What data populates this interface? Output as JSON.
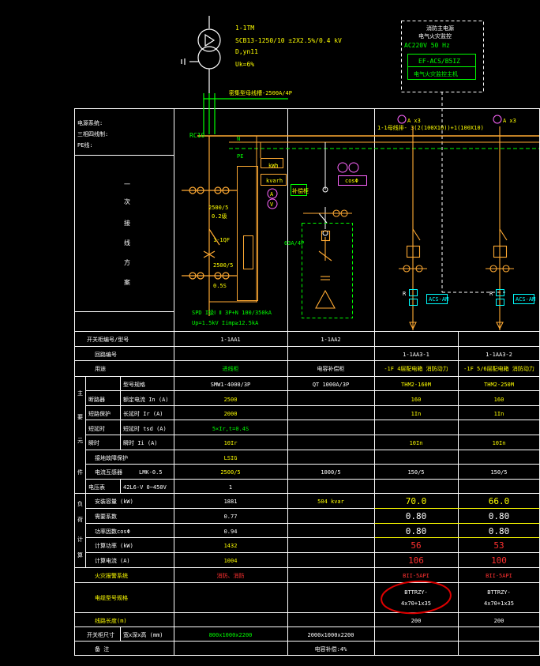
{
  "colors": {
    "background": "#000000",
    "table_line": "#ffffff",
    "text": "#ffffff",
    "accent_yellow": "#ffff00",
    "accent_green": "#00ff00",
    "accent_cyan": "#00ffff",
    "accent_red": "#ff3030",
    "circuit_line": "#ffaa33",
    "magenta": "#ff66ff"
  },
  "transformer": {
    "name": "1-1TM",
    "model": "SCB13-1250/10 ±2X2.5%/0.4 kV",
    "vector_group": "D,yn11",
    "uk": "Uk=6%",
    "busbar": "密集型母线槽-2500A/4P"
  },
  "panel_top_right": {
    "title_line1": "消防主电源",
    "title_line2": "电气火灾监控",
    "supply": "AC220V 50 Hz",
    "module": "EF-ACS/B5IZ",
    "module_desc": "电气火灾监控主机"
  },
  "left_header": {
    "line1": "电源系统:",
    "line2": "三相四线制:",
    "line3": "PE线:",
    "vertical_label": [
      "一",
      "次",
      "接",
      "线",
      "方",
      "案"
    ]
  },
  "diagram_labels": {
    "rc_label": "RC10",
    "n_label": "N",
    "pe_label": "PE",
    "ct1": "2500/5",
    "ct1b": "0.2级",
    "breaker": "1-1QF",
    "ct2": "2500/5",
    "ct2b": "0.5S",
    "spd": "SPD I级Ⅰ Ⅱ 3P+N 100/350kA",
    "spd2": "Up=1.5kV Iimp≥12.5kA",
    "meter_kwh": "kWh",
    "meter_kvarh": "kvarh",
    "amp": "A",
    "volt": "V",
    "cos": "cosΦ",
    "rated": "63A/4P",
    "bus_main": "1-1母线排- 3(2(100X10))+1(100X10)",
    "ax3_a": "A x3",
    "ax3_b": "A x3",
    "cap_label": "补偿柜",
    "acs_a": "ACS-AM",
    "acs_b": "ACS-AM",
    "r_label": "R",
    "r_label2": "R"
  },
  "table": {
    "rows": [
      {
        "label": "开关柜编号/型号",
        "cols": [
          "1-1AA1",
          "1-1AA2",
          "",
          ""
        ]
      },
      {
        "label": "回路编号",
        "cols": [
          "",
          "",
          "1-1AA3-1",
          "1-1AA3-2"
        ]
      },
      {
        "label": "用途",
        "cols": [
          "进线柜",
          "电容补偿柜",
          "-1F 4层配电箱 消防动力",
          "-1F 5/6层配电箱 消防动力"
        ]
      }
    ],
    "side_main": [
      "主",
      "要",
      "元",
      "件"
    ],
    "side_calc": [
      "负",
      "荷",
      "计",
      "算"
    ],
    "components": [
      {
        "group": "",
        "sub": "型号规格",
        "cols": [
          "SMW1-4000/3P",
          "QT 1000A/3P",
          "THM2-160M",
          "THM2-250M"
        ]
      },
      {
        "group": "断路器",
        "sub": "额定电流 In (A)",
        "cols": [
          "2500",
          "",
          "160",
          "160"
        ]
      },
      {
        "group": "短路保护",
        "sub": "长延时 Ir (A)",
        "cols": [
          "2000",
          "",
          "1In",
          "1In"
        ]
      },
      {
        "group": "短延时",
        "sub": "短延时 tsd (A)",
        "cols": [
          "5×Ir,t=0.4S",
          "",
          "",
          ""
        ]
      },
      {
        "group": "瞬时",
        "sub": "瞬时 Ii (A)",
        "cols": [
          "10Ir",
          "",
          "10In",
          "10In"
        ]
      },
      {
        "group": "接地故障保护",
        "sub": "",
        "cols": [
          "LSIG",
          "",
          "",
          ""
        ]
      },
      {
        "group": "电流互感器",
        "sub": "LMK-0.5",
        "cols": [
          "2500/5",
          "1000/5",
          "150/5",
          "150/5"
        ]
      },
      {
        "group": "电压表",
        "sub": "42L6-V 0~450V",
        "cols": [
          "1",
          "",
          "",
          ""
        ]
      }
    ],
    "calc": [
      {
        "label": "安装容量",
        "unit": "(kW)",
        "cols": [
          "1881",
          "504 kvar",
          "70.0",
          "66.0"
        ]
      },
      {
        "label": "需要系数",
        "unit": "",
        "cols": [
          "0.77",
          "",
          "0.80",
          "0.80"
        ]
      },
      {
        "label": "功率因数cosΦ",
        "unit": "",
        "cols": [
          "0.94",
          "",
          "0.80",
          "0.80"
        ]
      },
      {
        "label": "计算功率",
        "unit": "(kW)",
        "cols": [
          "1432",
          "",
          "56",
          "53"
        ]
      },
      {
        "label": "计算电流",
        "unit": "(A)",
        "cols": [
          "1004",
          "",
          "106",
          "100"
        ]
      }
    ],
    "fire_alarm": {
      "label": "火灾报警系统",
      "cols": [
        "消防、消防",
        "",
        "BII-5API",
        "BII-5API"
      ]
    },
    "cable": {
      "label": "电缆型号规格",
      "cols": [
        "",
        "",
        "BTTRZY-\n4x70+1x35",
        "BTTRZY-\n4x70+1x35"
      ],
      "c3a": "BTTRZY-",
      "c3b": "4x70+1x35",
      "c4a": "BTTRZY-",
      "c4b": "4x70+1x35"
    },
    "distance": {
      "label": "线路长度(m)",
      "cols": [
        "",
        "",
        "200",
        "200"
      ]
    },
    "dims": {
      "label": "开关柜尺寸",
      "sub": "宽x深x高 (mm)",
      "cols": [
        "800x1000x2200",
        "2000x1000x2200",
        "",
        ""
      ]
    },
    "remark": {
      "label": "备 注",
      "cols": [
        "",
        "电容补偿:4%",
        "",
        ""
      ]
    }
  }
}
